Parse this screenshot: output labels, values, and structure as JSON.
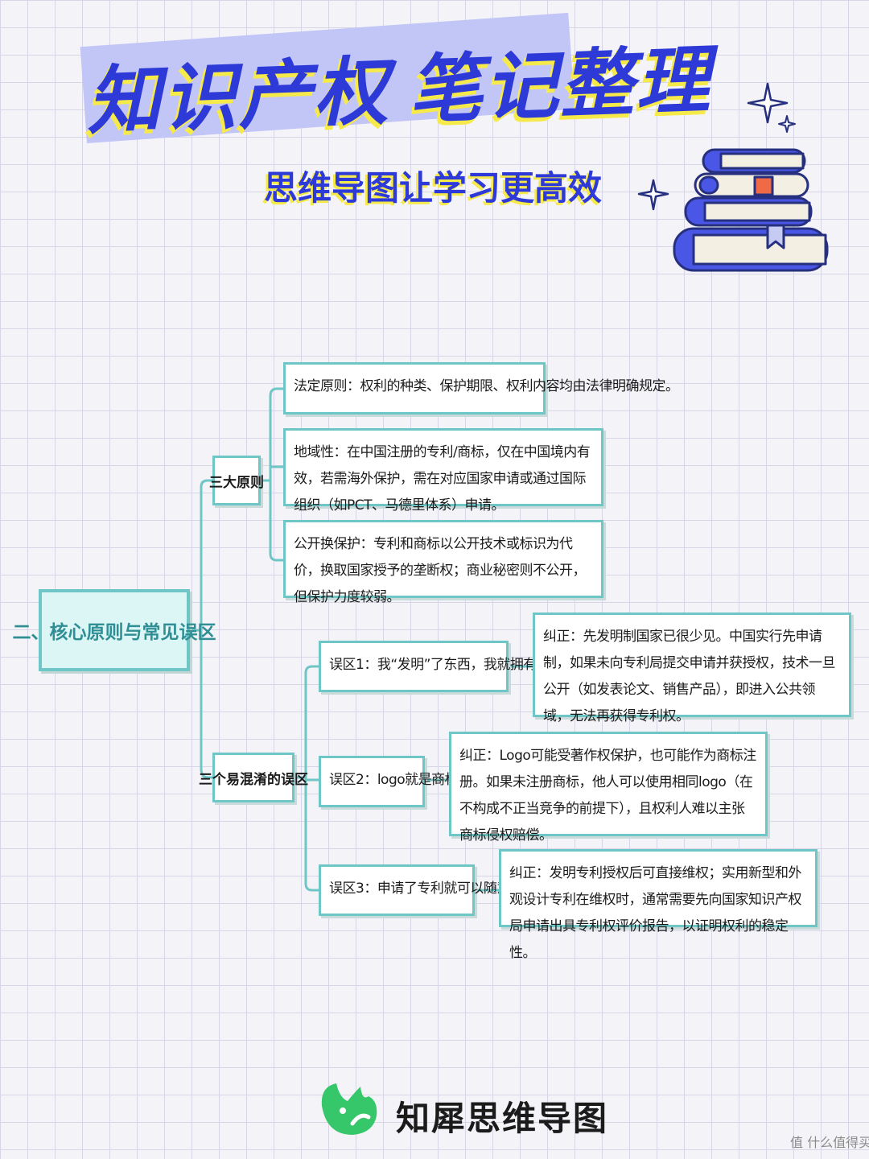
{
  "header": {
    "title_part1": "知识产权",
    "title_part2": "笔记整理",
    "subtitle": "思维导图让学习更高效"
  },
  "mindmap": {
    "root": "二、核心原则与常见误区",
    "branches": [
      {
        "label": "三大原则",
        "children": [
          "法定原则：权利的种类、保护期限、权利内容均由法律明确规定。",
          "地域性：在中国注册的专利/商标，仅在中国境内有效，若需海外保护，需在对应国家申请或通过国际组织（如PCT、马德里体系）申请。",
          "公开换保护：专利和商标以公开技术或标识为代价，换取国家授予的垄断权；商业秘密则不公开，但保护力度较弱。"
        ]
      },
      {
        "label": "三个易混淆的误区",
        "children": [
          {
            "label": "误区1：我“发明”了东西，我就拥有专利权。",
            "correction": "纠正：先发明制国家已很少见。中国实行先申请制，如果未向专利局提交申请并获授权，技术一旦公开（如发表论文、销售产品），即进入公共领域，无法再获得专利权。"
          },
          {
            "label": "误区2：logo就是商标。",
            "correction": "纠正：Logo可能受著作权保护，也可能作为商标注册。如果未注册商标，他人可以使用相同logo（在不构成不正当竞争的前提下），且权利人难以主张商标侵权赔偿。"
          },
          {
            "label": "误区3：申请了专利就可以随意维权。",
            "correction": "纠正：发明专利授权后可直接维权；实用新型和外观设计专利在维权时，通常需要先向国家知识产权局申请出具专利权评价报告，以证明权利的稳定性。"
          }
        ]
      }
    ]
  },
  "footer": {
    "brand": "知犀思维导图",
    "watermark": "值 什么值得买"
  },
  "colors": {
    "title_blue": "#2d3ad7",
    "title_shadow_yellow": "#f6e94a",
    "node_border_teal": "#6fc6c6",
    "root_fill": "#dcf6f6",
    "logo_green": "#35c76a"
  },
  "icons": [
    "sparkle-icon",
    "book-stack-icon",
    "rhino-logo-icon"
  ]
}
